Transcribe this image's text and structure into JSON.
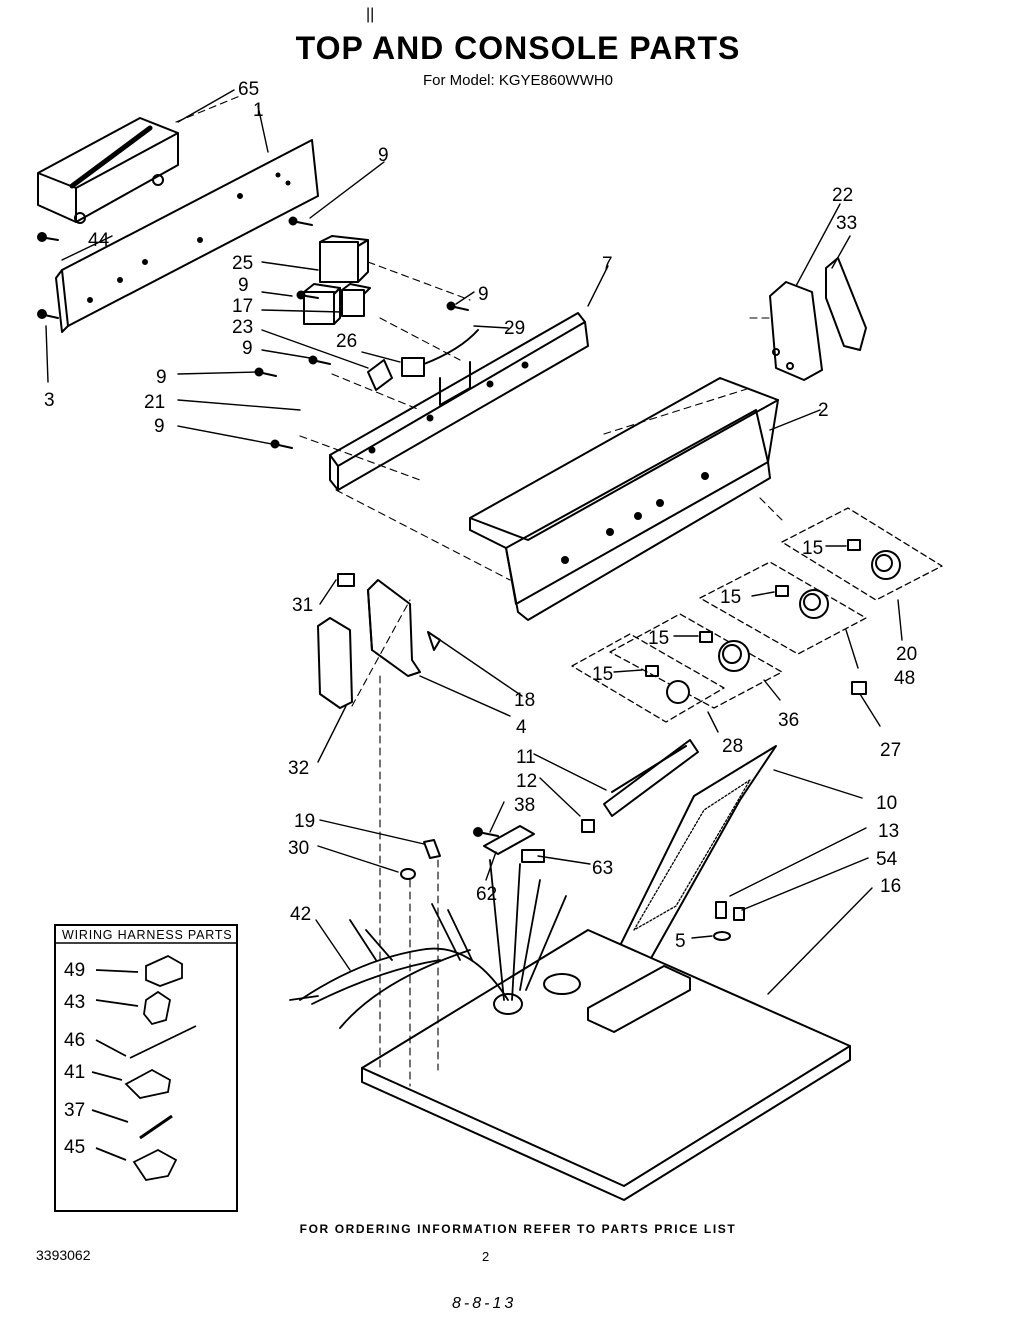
{
  "title": "TOP AND CONSOLE PARTS",
  "subtitle": "For Model: KGYE860WWH0",
  "footer_note": "FOR ORDERING INFORMATION REFER TO PARTS PRICE LIST",
  "document_number": "3393062",
  "page_number": "2",
  "handwritten_date": "8-8-13",
  "top_mark": "||",
  "wiring_panel": {
    "title": "WIRING HARNESS PARTS",
    "labels": [
      "49",
      "43",
      "46",
      "41",
      "37",
      "45"
    ]
  },
  "callouts": [
    "65",
    "1",
    "9",
    "44",
    "25",
    "9",
    "17",
    "23",
    "9",
    "9",
    "21",
    "9",
    "3",
    "26",
    "9",
    "29",
    "7",
    "22",
    "33",
    "2",
    "15",
    "15",
    "15",
    "15",
    "20",
    "48",
    "36",
    "28",
    "27",
    "31",
    "18",
    "4",
    "32",
    "11",
    "12",
    "38",
    "10",
    "13",
    "54",
    "16",
    "19",
    "30",
    "42",
    "62",
    "63",
    "5"
  ]
}
